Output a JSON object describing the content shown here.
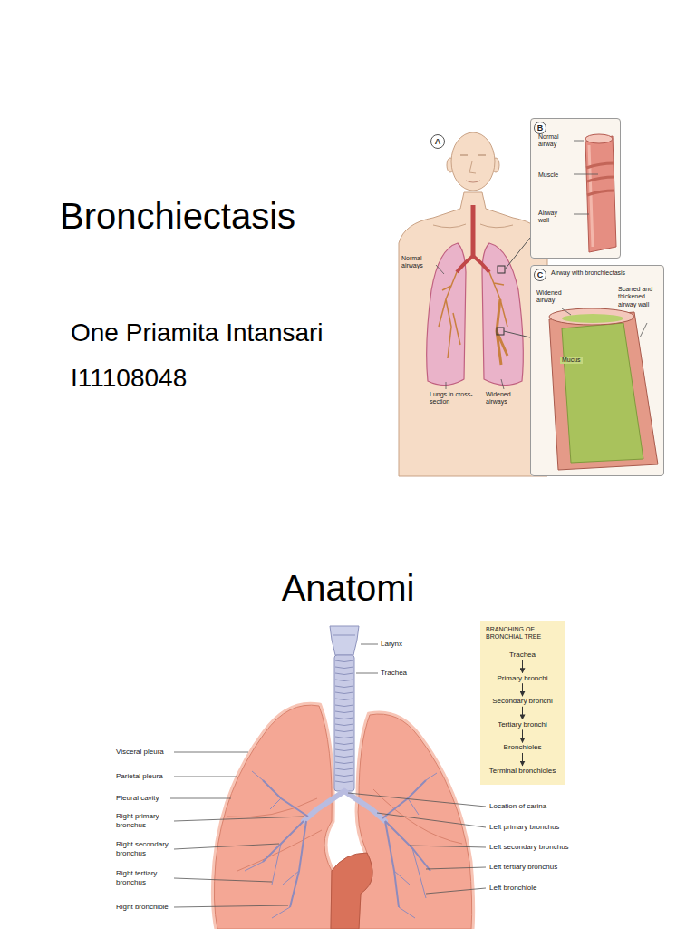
{
  "diagram": {
    "title": "Bronchiectasis",
    "nodes": [
      {
        "text": [
          "A"
        ]
      },
      {
        "text": [
          "Normal airway",
          "Muscle",
          "Airway wall"
        ]
      },
      {
        "text": [
          "B"
        ],
        "in": 1
      },
      {
        "text": [
          "Airway with bronchiectasis",
          "Widened airway",
          "Scarred and thickened airway wall",
          "Mucus"
        ]
      },
      {
        "text": [
          "C"
        ],
        "in": 3
      },
      {
        "text": [
          "BRANCHING OF BRONCHIAL TREE"
        ]
      },
      {
        "text": [
          "Trachea"
        ],
        "in": 5
      },
      {
        "text": [
          "Primary bronchi"
        ],
        "in": 5
      },
      {
        "text": [
          "Secondary bronchi"
        ],
        "in": 5
      },
      {
        "text": [
          "Tertiary bronchi"
        ],
        "in": 5
      },
      {
        "text": [
          "Bronchioles"
        ],
        "in": 5
      },
      {
        "text": [
          "Terminal bronchioles"
        ],
        "in": 5
      }
    ],
    "edges": [
      {
        "from": 6,
        "to": 7,
        "arrow": "to"
      },
      {
        "from": 7,
        "to": 8,
        "arrow": "to"
      },
      {
        "from": 8,
        "to": 9,
        "arrow": "to"
      },
      {
        "from": 9,
        "to": 10,
        "arrow": "to"
      },
      {
        "from": 10,
        "to": 11,
        "arrow": "to"
      }
    ],
    "labels": [
      "One Priamita Intansari",
      "I11108048",
      "Normal airways",
      "Lungs in cross-section",
      "Widened airways",
      "Anatomi",
      "Larynx",
      "Trachea",
      "Visceral pleura",
      "Parietal pleura",
      "Pleural cavity",
      "Right primary bronchus",
      "Right secondary bronchus",
      "Right tertiary bronchus",
      "Right bronchiole",
      "Location of carina",
      "Left primary bronchus",
      "Left secondary bronchus",
      "Left tertiary bronchus",
      "Left bronchiole"
    ]
  }
}
